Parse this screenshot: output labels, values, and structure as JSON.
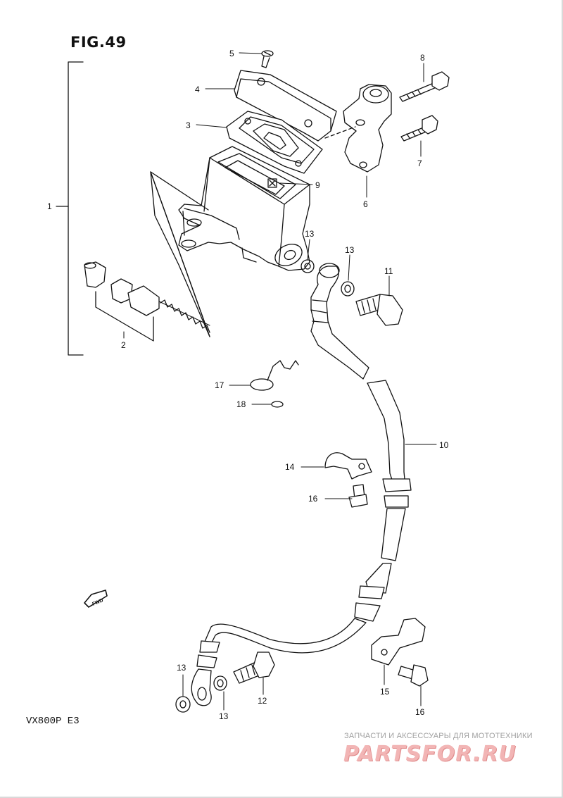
{
  "figure": {
    "title": "FIG.49",
    "model_code": "VX800P  E3"
  },
  "arrow_icon": {
    "label": "FWD"
  },
  "callouts": [
    {
      "id": "1",
      "part": "master-cylinder-assembly"
    },
    {
      "id": "2",
      "part": "piston-set"
    },
    {
      "id": "3",
      "part": "diaphragm"
    },
    {
      "id": "4",
      "part": "reservoir-cap"
    },
    {
      "id": "5",
      "part": "cap-screw"
    },
    {
      "id": "6",
      "part": "holder"
    },
    {
      "id": "7",
      "part": "holder-bolt"
    },
    {
      "id": "8",
      "part": "holder-bolt-long"
    },
    {
      "id": "9",
      "part": "plate"
    },
    {
      "id": "10",
      "part": "clutch-hose"
    },
    {
      "id": "11",
      "part": "union-bolt"
    },
    {
      "id": "12",
      "part": "union-bolt"
    },
    {
      "id": "13",
      "part": "gasket"
    },
    {
      "id": "14",
      "part": "hose-clamp"
    },
    {
      "id": "15",
      "part": "hose-clamp"
    },
    {
      "id": "16",
      "part": "bolt"
    },
    {
      "id": "17",
      "part": "spring"
    },
    {
      "id": "18",
      "part": "washer"
    }
  ],
  "watermark": {
    "tagline": "ЗАПЧАСТИ И АКСЕССУАРЫ ДЛЯ МОТОТЕХНИКИ",
    "brand": "PARTSFOR.RU"
  }
}
